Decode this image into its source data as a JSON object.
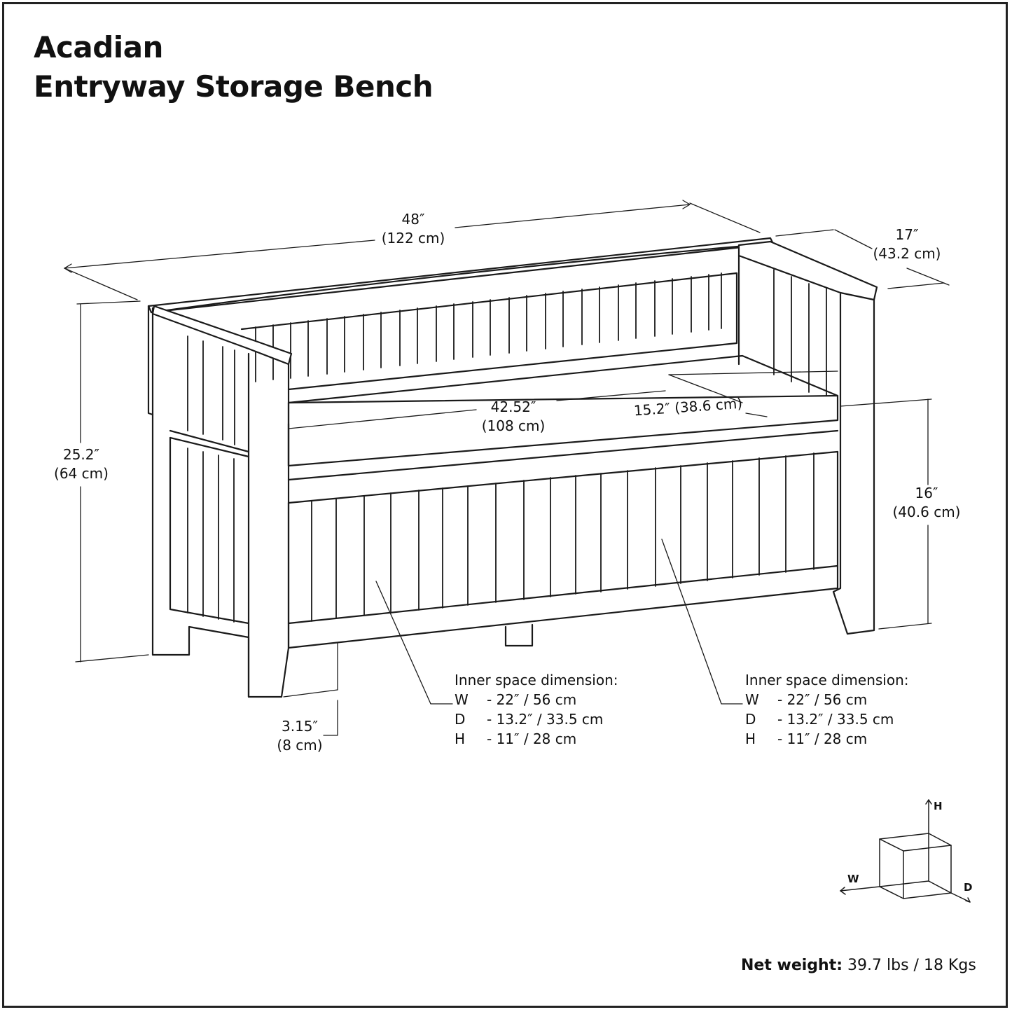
{
  "title": {
    "line1": "Acadian",
    "line2": "Entryway Storage Bench"
  },
  "dimensions": {
    "overall_width": {
      "imperial": "48″",
      "metric": "(122 cm)"
    },
    "overall_depth": {
      "imperial": "17″",
      "metric": "(43.2 cm)"
    },
    "overall_height": {
      "imperial": "25.2″",
      "metric": "(64 cm)"
    },
    "seat_height": {
      "imperial": "16″",
      "metric": "(40.6 cm)"
    },
    "seat_width": {
      "imperial": "42.52″",
      "metric": "(108 cm)"
    },
    "seat_depth": {
      "label": "15.2″ (38.6 cm)"
    },
    "leg_clearance": {
      "imperial": "3.15″",
      "metric": "(8 cm)"
    }
  },
  "inner_space": [
    {
      "heading": "Inner space dimension:",
      "rows": [
        {
          "key": "W",
          "value": "- 22″ / 56 cm"
        },
        {
          "key": "D",
          "value": "- 13.2″ / 33.5 cm"
        },
        {
          "key": "H",
          "value": "- 11″ / 28 cm"
        }
      ]
    },
    {
      "heading": "Inner space dimension:",
      "rows": [
        {
          "key": "W",
          "value": "- 22″ / 56 cm"
        },
        {
          "key": "D",
          "value": "- 13.2″ / 33.5 cm"
        },
        {
          "key": "H",
          "value": "- 11″ / 28 cm"
        }
      ]
    }
  ],
  "axis_legend": {
    "h": "H",
    "w": "W",
    "d": "D"
  },
  "weight": {
    "label": "Net weight:",
    "value": "39.7 lbs / 18 Kgs"
  },
  "colors": {
    "line": "#1a1a1a",
    "background": "#ffffff"
  }
}
